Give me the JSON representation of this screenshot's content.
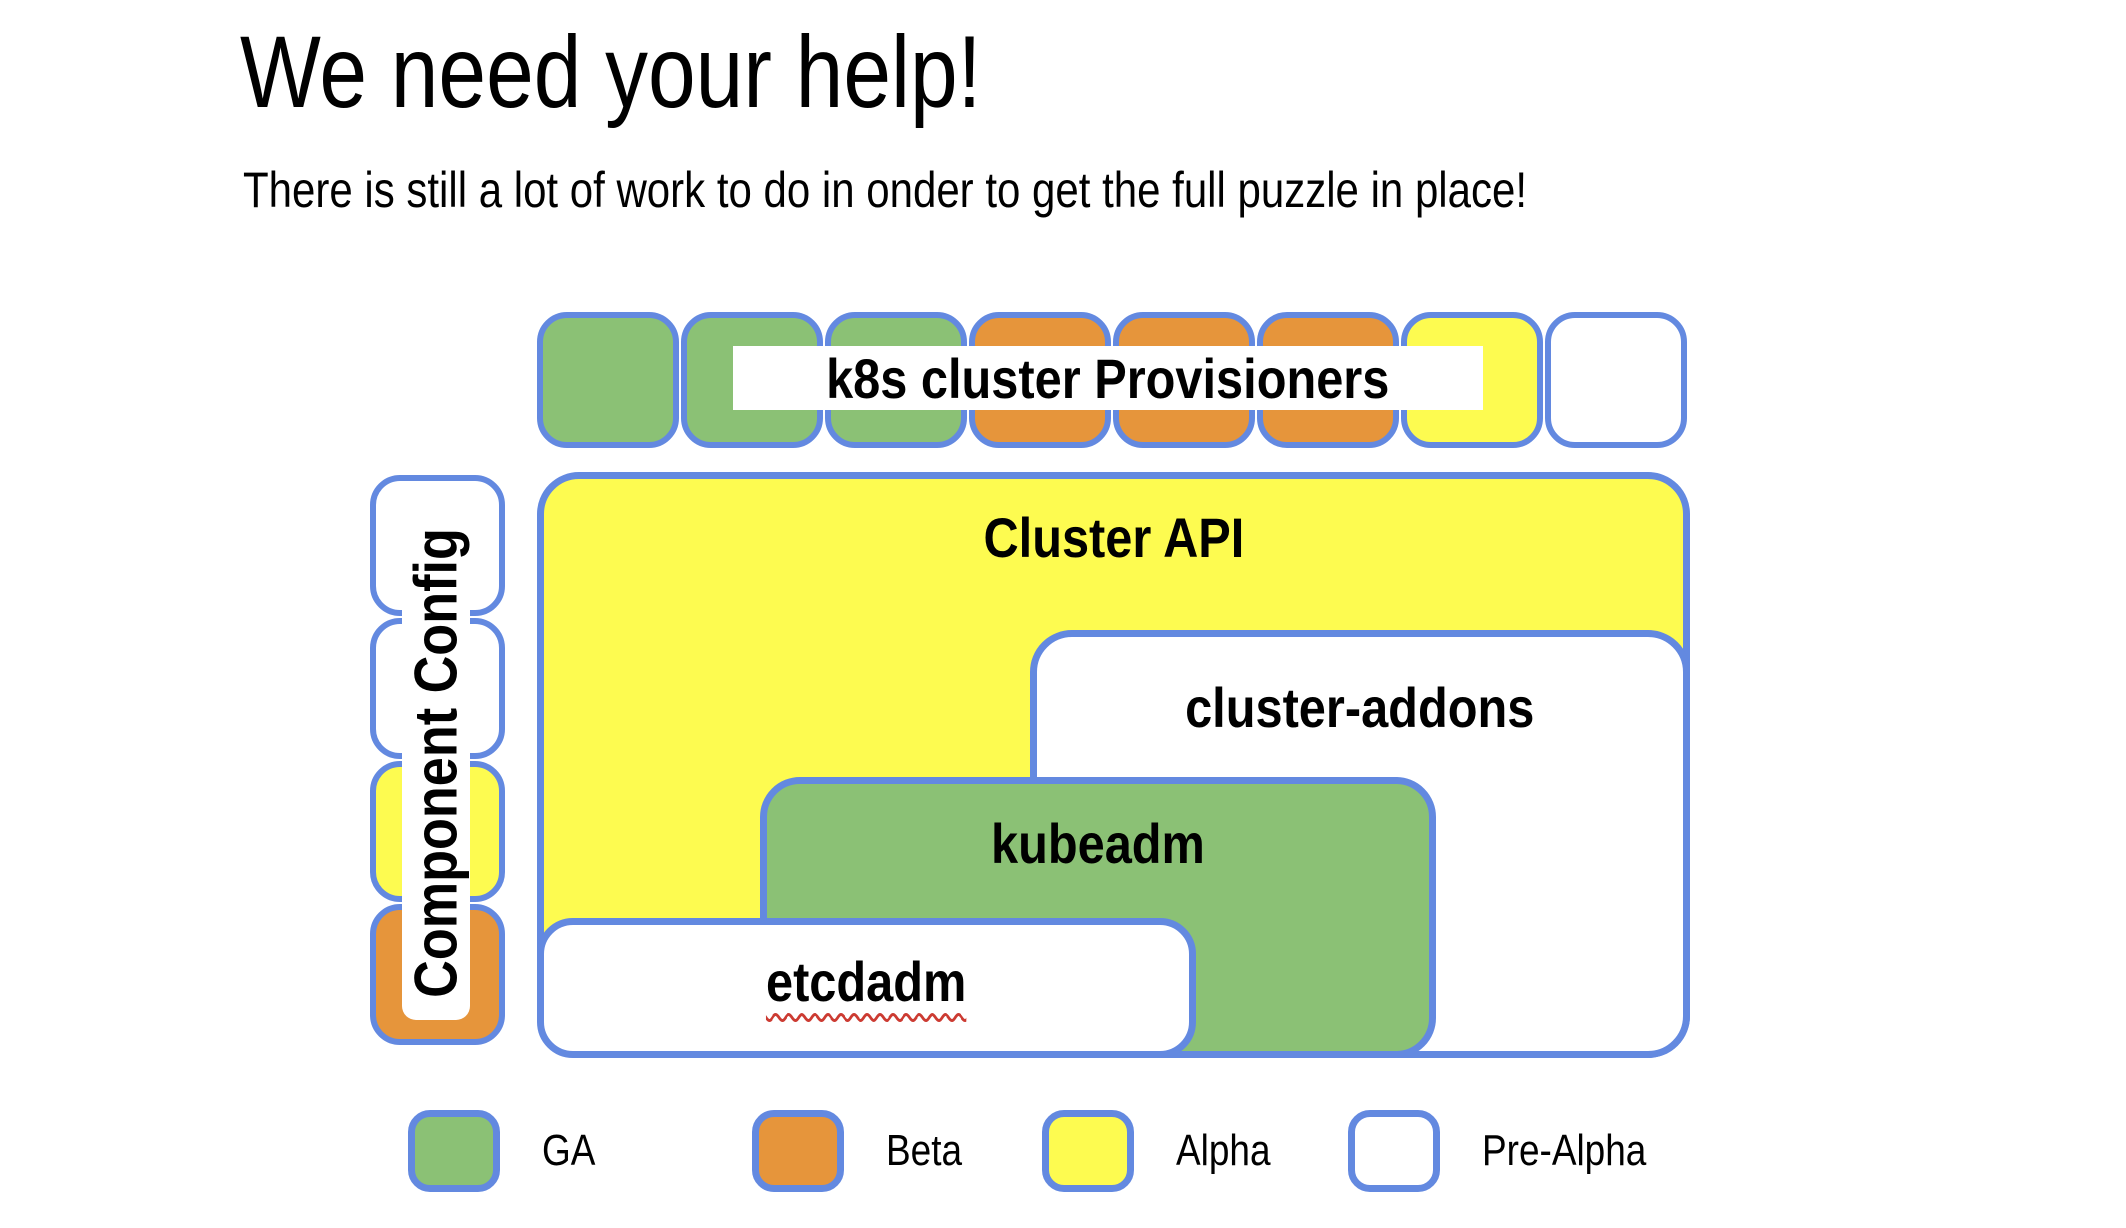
{
  "slide": {
    "title": "We need your help!",
    "subtitle": "There is still a lot of work to do in onder to get the full puzzle in place!"
  },
  "colors": {
    "ga": "#8BC175",
    "beta": "#E6953B",
    "alpha": "#FDFB50",
    "pre_alpha": "#FFFFFF",
    "border": "#6389E0",
    "squiggle": "#CC3B32"
  },
  "puzzle": {
    "provisioners": {
      "label": "k8s cluster Provisioners",
      "tiles": [
        "ga",
        "ga",
        "ga",
        "beta",
        "beta",
        "beta",
        "alpha",
        "pre_alpha"
      ]
    },
    "component_config": {
      "label": "Component Config",
      "tiles": [
        "pre_alpha",
        "pre_alpha",
        "alpha",
        "beta"
      ]
    },
    "cluster_api": {
      "label": "Cluster API",
      "status": "alpha"
    },
    "cluster_addons": {
      "label": "cluster-addons",
      "status": "pre_alpha"
    },
    "kubeadm": {
      "label": "kubeadm",
      "status": "ga"
    },
    "etcdadm": {
      "label": "etcdadm",
      "status": "pre_alpha"
    }
  },
  "legend": [
    {
      "label": "GA",
      "status": "ga"
    },
    {
      "label": "Beta",
      "status": "beta"
    },
    {
      "label": "Alpha",
      "status": "alpha"
    },
    {
      "label": "Pre-Alpha",
      "status": "pre_alpha"
    }
  ]
}
